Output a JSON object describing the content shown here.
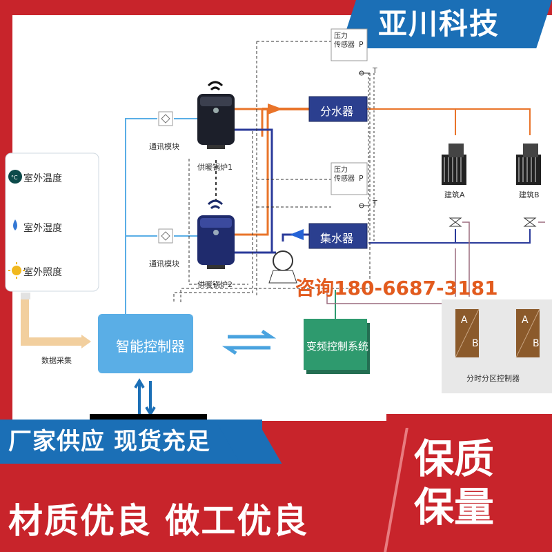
{
  "brand": {
    "name": "亚川科技"
  },
  "diagram": {
    "sensors": [
      "室外温度",
      "室外湿度",
      "室外照度"
    ],
    "data_collect": "数据采集",
    "comm_module_1": "通讯模块",
    "comm_module_2": "通讯模块",
    "boiler_1": "供暖锅炉1",
    "boiler_2": "供暖锅炉2",
    "pressure_sensor_1": "压力\n传感器",
    "pressure_sensor_2": "压力\n传感器",
    "p_label": "P",
    "t_label": "T",
    "supply_manifold": "分水器",
    "return_manifold": "集水器",
    "building_a": "建筑A",
    "building_b": "建筑B",
    "smart_controller": "智能控制器",
    "vfd_system": "变频控制系统",
    "zone_controller": "分时分区控制器",
    "ab_label_a": "A",
    "ab_label_b": "B",
    "hotline": "咨询180-6687-3181"
  },
  "banners": {
    "supply": "厂家供应  现货充足",
    "quality_craft": "材质优良  做工优良",
    "guarantee_line1": "保质",
    "guarantee_line2": "保量"
  },
  "colors": {
    "brand_blue": "#1b6fb6",
    "frame_red": "#c8242b",
    "controller_blue": "#5aaee6",
    "vfd_green": "#2e9a6e",
    "zone_brown": "#8b5a2b",
    "supply_pipe": "#e9742a",
    "return_pipe": "#2a3a9a"
  }
}
